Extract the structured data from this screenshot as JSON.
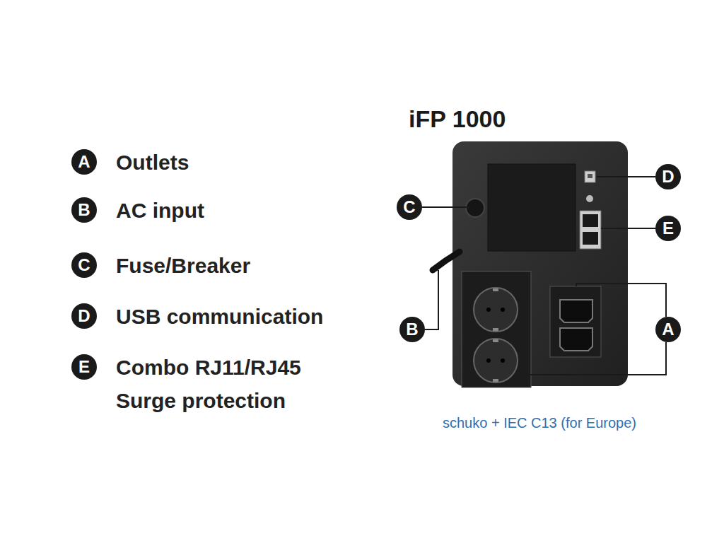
{
  "diagram": {
    "title": "iFP 1000",
    "caption": "schuko + IEC C13 (for Europe)",
    "nodes": [
      {
        "text": [
          "A"
        ]
      },
      {
        "text": [
          "B"
        ]
      },
      {
        "text": [
          "C"
        ]
      },
      {
        "text": [
          "D"
        ]
      },
      {
        "text": [
          "E"
        ]
      },
      {
        "text": [
          "D"
        ]
      },
      {
        "text": [
          "C"
        ]
      },
      {
        "text": [
          "E"
        ]
      },
      {
        "text": [
          "B"
        ]
      },
      {
        "text": [
          "A"
        ]
      }
    ],
    "edges": [],
    "labels": [
      "Outlets",
      "AC input",
      "Fuse/Breaker",
      "USB communication",
      "Combo RJ11/RJ45 Surge protection"
    ]
  }
}
